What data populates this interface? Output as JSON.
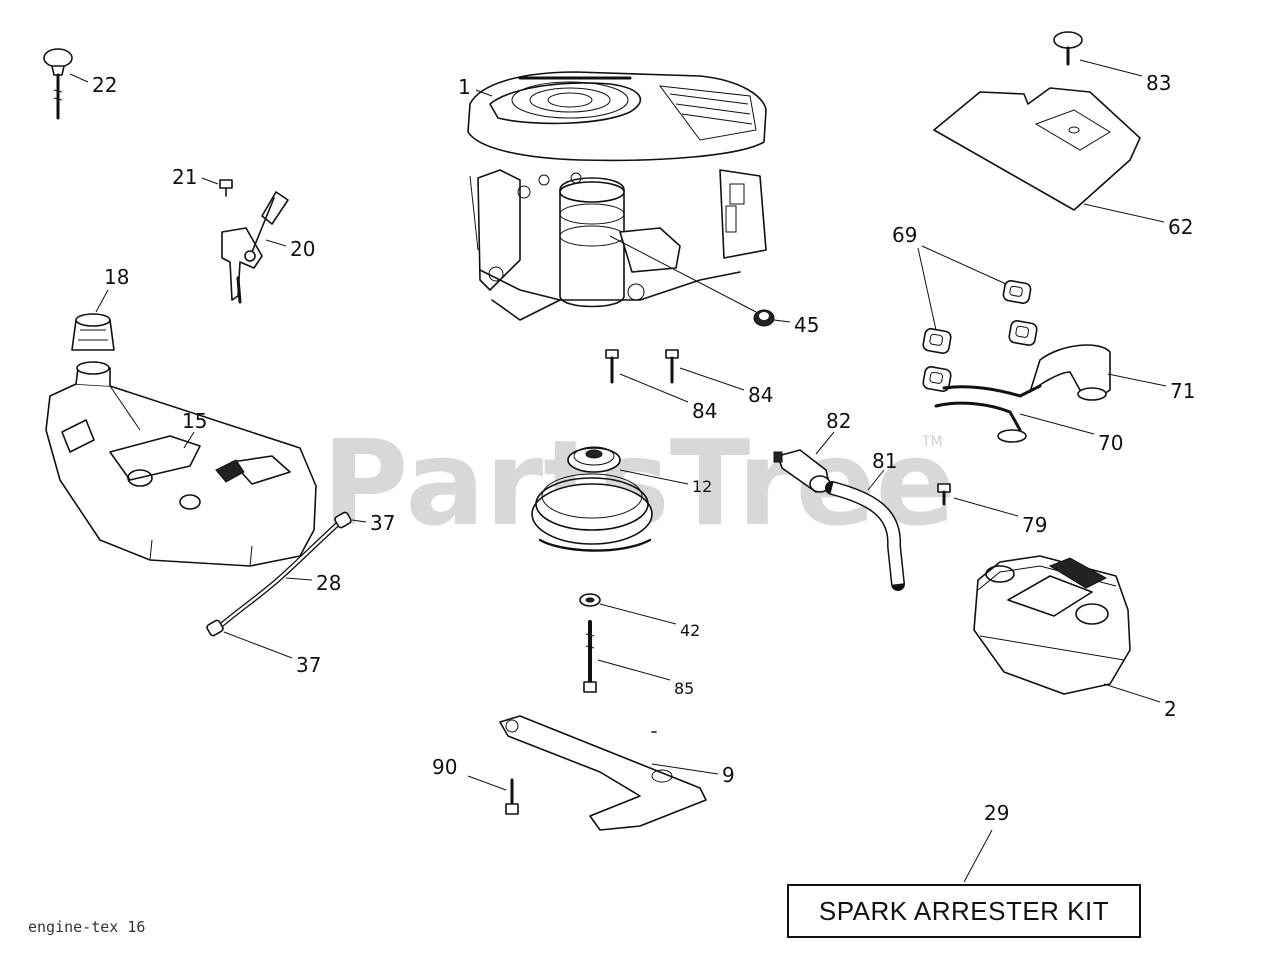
{
  "watermark": {
    "text": "PartsTree",
    "tm": "TM"
  },
  "drawing_code": "engine-tex 16",
  "kit_label": "SPARK ARRESTER KIT",
  "callouts": {
    "c1": "1",
    "c2": "2",
    "c9": "9",
    "c12": "12",
    "c15": "15",
    "c18": "18",
    "c20": "20",
    "c21": "21",
    "c22": "22",
    "c28": "28",
    "c29": "29",
    "c37a": "37",
    "c37b": "37",
    "c42": "42",
    "c45": "45",
    "c62": "62",
    "c69": "69",
    "c70": "70",
    "c71": "71",
    "c79": "79",
    "c81": "81",
    "c82": "82",
    "c83": "83",
    "c84a": "84",
    "c84b": "84",
    "c85": "85",
    "c90": "90"
  }
}
